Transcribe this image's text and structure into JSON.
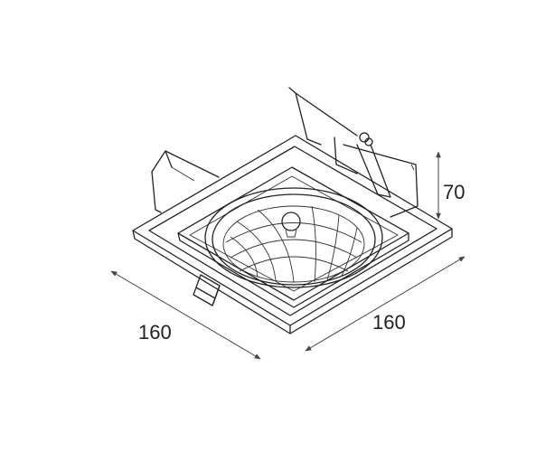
{
  "dimensions": {
    "width_left": "160",
    "width_right": "160",
    "height": "70"
  },
  "colors": {
    "line": "#222222",
    "background": "#ffffff"
  }
}
